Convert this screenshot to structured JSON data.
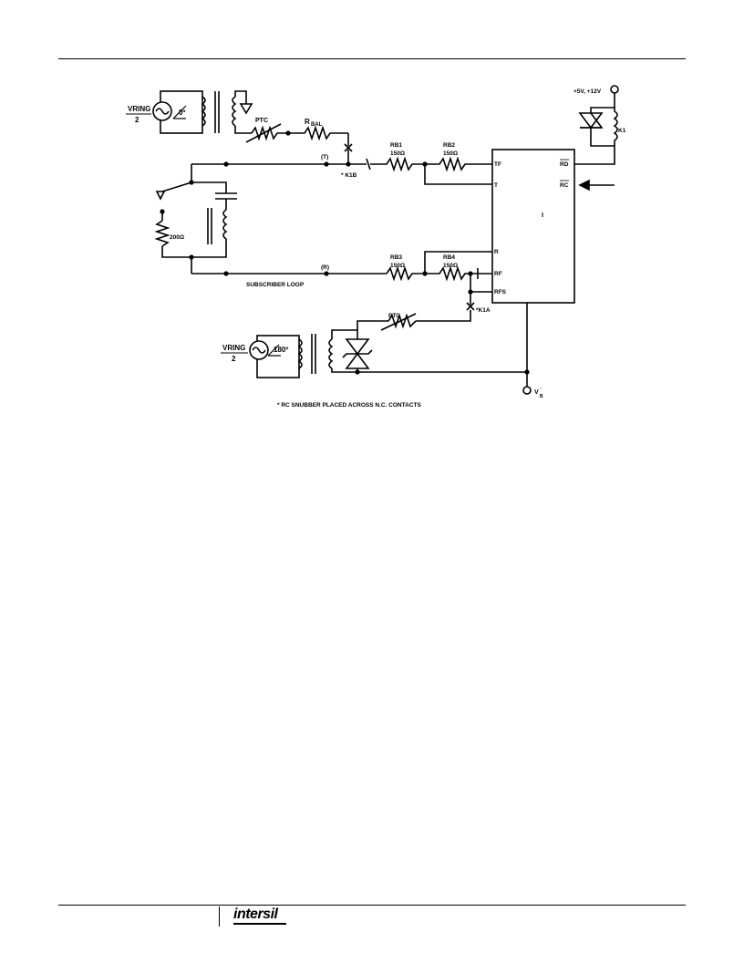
{
  "ring_source_top": {
    "label": "VRING",
    "divisor": "2",
    "phase": "0º"
  },
  "ring_source_bottom": {
    "label": "VRING",
    "divisor": "2",
    "phase": "180º"
  },
  "components": {
    "ptc_top": "PTC",
    "rbal": "BAL",
    "rbal_prefix": "R",
    "rb1": {
      "name": "RB1",
      "value": "150Ω"
    },
    "rb2": {
      "name": "RB2",
      "value": "150Ω"
    },
    "rb3": {
      "name": "RB3",
      "value": "150Ω"
    },
    "rb4": {
      "name": "RB4",
      "value": "150Ω"
    },
    "r200": "200Ω",
    "ptc_bottom": "PTC",
    "relay": "K1",
    "supply": "+5V, +12V",
    "vb": "V",
    "vb_sub": "B",
    "vb_sup": "-"
  },
  "contacts": {
    "k1b": "* K1B",
    "k1a": "*K1A"
  },
  "nodes": {
    "tip": "(T)",
    "ring": "(R)"
  },
  "loop_label": "SUBSCRIBER LOOP",
  "ic": {
    "label": "I",
    "pins_left": [
      "TF",
      "T",
      "R",
      "RF",
      "RFS"
    ],
    "pins_right": [
      "RD",
      "RC"
    ]
  },
  "footnote": "* RC SNUBBER PLACED ACROSS N.C. CONTACTS",
  "footer": {
    "logo": "intersil"
  }
}
